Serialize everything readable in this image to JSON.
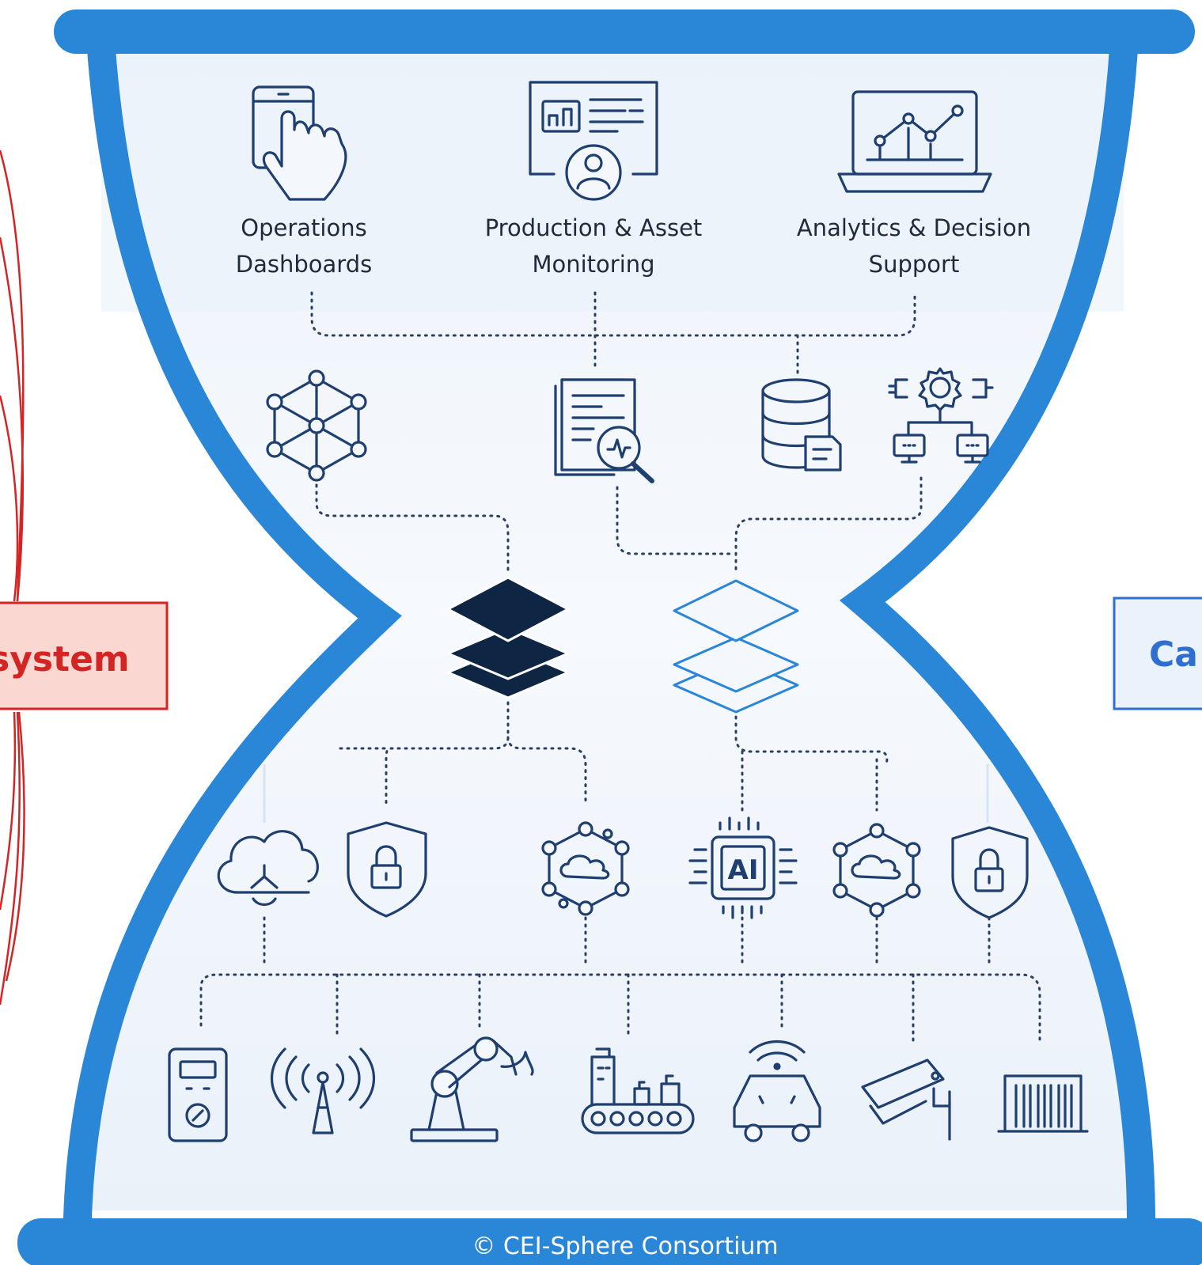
{
  "top_labels": {
    "operations": [
      "Operations",
      "Dashboards"
    ],
    "production": [
      "Production & Asset",
      "Monitoring"
    ],
    "analytics": [
      "Analytics & Decision",
      "Support"
    ]
  },
  "side_boxes": {
    "left": "system",
    "right": "Ca"
  },
  "middle_icons": [
    "network-graph-icon",
    "document-search-icon",
    "database-icon",
    "process-network-icon"
  ],
  "core_layers": [
    "layers-filled-icon",
    "layers-outline-icon"
  ],
  "service_icons": [
    "cloud-icon",
    "shield-lock-icon",
    "cloud-network-icon",
    "ai-chip-icon",
    "cloud-network-icon",
    "shield-lock-icon"
  ],
  "chip_text": "AI",
  "device_icons": [
    "multimeter-icon",
    "antenna-icon",
    "robot-arm-icon",
    "factory-conveyor-icon",
    "connected-vehicle-icon",
    "security-camera-icon",
    "barcode-icon"
  ],
  "footer": "© CEI-Sphere Consortium",
  "colors": {
    "frame_blue": "#2a86d6",
    "icon_navy": "#1f3f70",
    "left_red": "#d42424",
    "right_blue": "#2f6fd0"
  }
}
